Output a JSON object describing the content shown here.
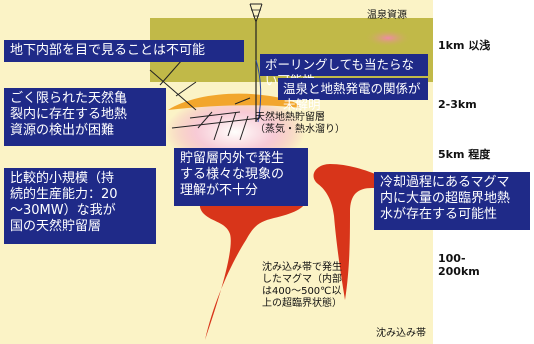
{
  "labels": {
    "onsen_resources": "温泉資源",
    "reservoir": "天然地熱貯留層\n（蒸気・熱水溜り）",
    "subduction_magma": "沈み込み帯で発生\nしたマグマ（内部\nは400〜500℃以\n上の超臨界状態）",
    "subduction_zone": "沈み込み帯"
  },
  "depths": [
    "1km 以浅",
    "2-3km",
    "5km 程度",
    "100-\n200km"
  ],
  "boxes": {
    "invisible_underground": "地下内部を目で見ることは不可能",
    "boring_miss": "ボーリングしても当たらない可能性",
    "onsen_relation": "温泉と地熱発電の関係が未解明",
    "fracture_detection": "ごく限られた天然亀\n裂内に存在する地熱\n資源の検出が困難",
    "phenomena": "貯留層内外で発生\nする様々な現象の\n理解が不十分",
    "small_scale": "比較的小規模（持\n続的生産能力：20\n〜30MW）な我が\n国の天然貯留層",
    "supercritical": "冷却過程にあるマグマ\n内に大量の超臨界地熱\n水が存在する可能性"
  },
  "colors": {
    "background_rock": "#fbf3c6",
    "surface_band": "#c1b948",
    "magma": "#d8351a",
    "reservoir_glow": "#f5a8c6",
    "reservoir_cap": "#f2a62c",
    "box_fill": "#1f2a88",
    "box_text": "#ffffff"
  }
}
